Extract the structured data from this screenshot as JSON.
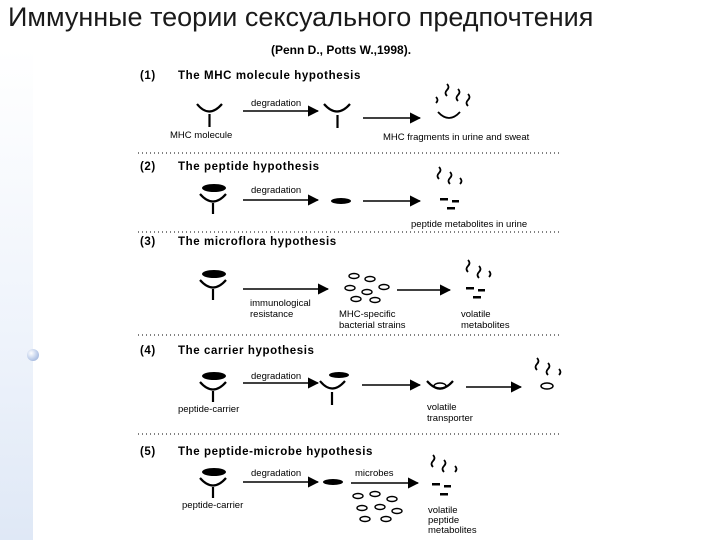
{
  "slide": {
    "title": "Иммунные теории сексуального предпочтения",
    "citation": "(Penn D., Potts W.,1998)."
  },
  "hypotheses": [
    {
      "number": "(1)",
      "name": "The MHC molecule hypothesis",
      "labels": {
        "source": "MHC molecule",
        "arrow": "degradation",
        "result": "MHC fragments in urine and sweat"
      }
    },
    {
      "number": "(2)",
      "name": "The peptide hypothesis",
      "labels": {
        "arrow": "degradation",
        "result": "peptide metabolites in urine"
      }
    },
    {
      "number": "(3)",
      "name": "The microflora hypothesis",
      "labels": {
        "cause_line1": "immunological",
        "cause_line2": "resistance",
        "middle_line1": "MHC-specific",
        "middle_line2": "bacterial strains",
        "result_line1": "volatile",
        "result_line2": "metabolites"
      }
    },
    {
      "number": "(4)",
      "name": "The carrier hypothesis",
      "labels": {
        "arrow": "degradation",
        "source": "peptide-carrier",
        "middle_line1": "volatile",
        "middle_line2": "transporter"
      }
    },
    {
      "number": "(5)",
      "name": "The peptide-microbe hypothesis",
      "labels": {
        "arrow1": "degradation",
        "arrow2": "microbes",
        "source": "peptide-carrier",
        "result_line1": "volatile",
        "result_line2": "peptide",
        "result_line3": "metabolites"
      }
    }
  ]
}
